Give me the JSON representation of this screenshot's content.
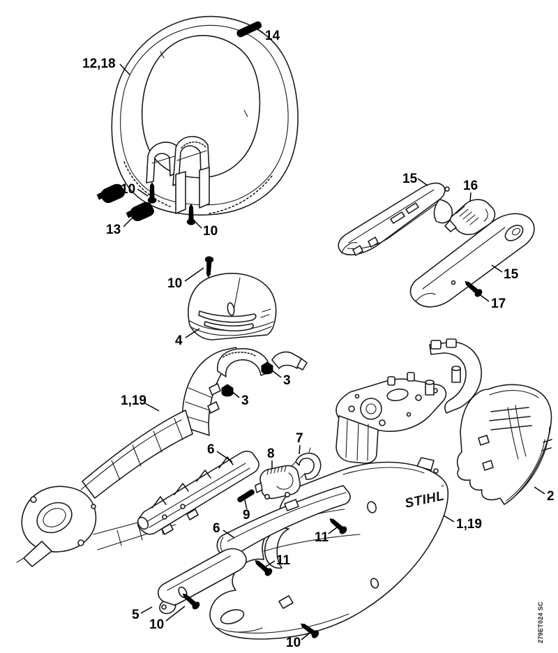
{
  "diagram": {
    "brand_logo": "STIHL",
    "brand_mark": "°",
    "plate_code": "279ET024 SC",
    "colors": {
      "line": "#1a1a1a",
      "background": "#ffffff",
      "label": "#000000"
    },
    "callouts": [
      {
        "text": "12,18"
      },
      {
        "text": "14"
      },
      {
        "text": "10"
      },
      {
        "text": "10"
      },
      {
        "text": "13"
      },
      {
        "text": "10"
      },
      {
        "text": "4"
      },
      {
        "text": "15"
      },
      {
        "text": "16"
      },
      {
        "text": "15"
      },
      {
        "text": "17"
      },
      {
        "text": "1,19"
      },
      {
        "text": "3"
      },
      {
        "text": "3"
      },
      {
        "text": "6"
      },
      {
        "text": "8"
      },
      {
        "text": "7"
      },
      {
        "text": "9"
      },
      {
        "text": "6"
      },
      {
        "text": "11"
      },
      {
        "text": "11"
      },
      {
        "text": "5"
      },
      {
        "text": "10"
      },
      {
        "text": "10"
      },
      {
        "text": "1,19"
      },
      {
        "text": "2"
      }
    ]
  }
}
